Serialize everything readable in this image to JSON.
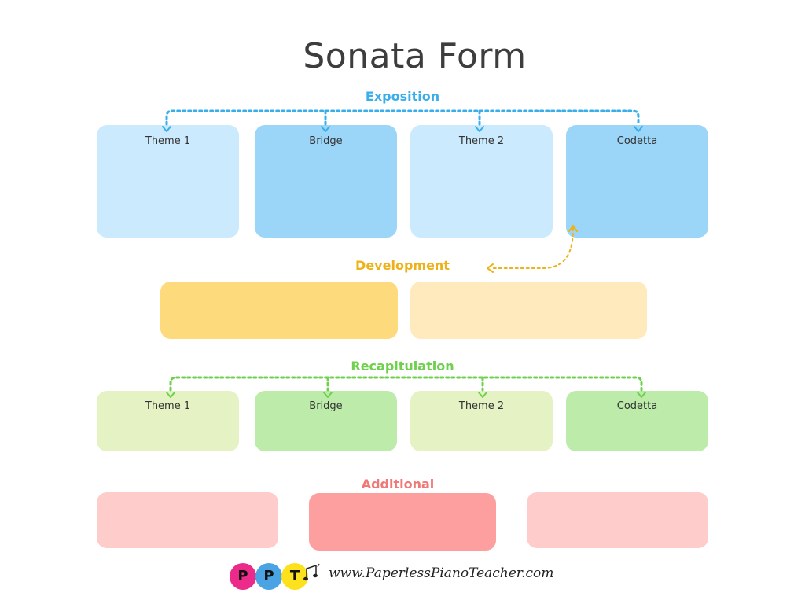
{
  "title": "Sonata Form",
  "sections": {
    "exposition": {
      "label": "Exposition",
      "color": "#3aaeeb",
      "items": [
        "Theme 1",
        "Bridge",
        "Theme 2",
        "Codetta"
      ],
      "box_colors": [
        "#cbeafd",
        "#9bd6f9",
        "#cbeafd",
        "#9bd6f9"
      ]
    },
    "development": {
      "label": "Development",
      "color": "#eeb219",
      "box_colors": [
        "#fddb7c",
        "#feeabd"
      ]
    },
    "recapitulation": {
      "label": "Recapitulation",
      "color": "#6ed04d",
      "items": [
        "Theme 1",
        "Bridge",
        "Theme 2",
        "Codetta"
      ],
      "box_colors": [
        "#e5f3c4",
        "#bdebaa",
        "#e5f3c4",
        "#bdebaa"
      ]
    },
    "additional": {
      "label": "Additional",
      "color": "#f07876",
      "box_colors": [
        "#feccca",
        "#fc9f9e",
        "#feccca"
      ]
    }
  },
  "logo": {
    "letters": [
      "P",
      "P",
      "T"
    ],
    "colors": [
      "#ec2a8a",
      "#4aa4e4",
      "#fde11c"
    ],
    "note_icon": "music-note-icon"
  },
  "website": "www.PaperlessPianoTeacher.com"
}
